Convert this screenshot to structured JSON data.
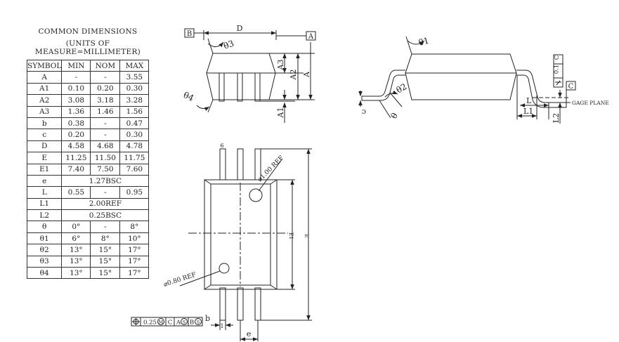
{
  "title": {
    "line1": "COMMON DIMENSIONS",
    "line2": "(UNITS OF MEASURE=MILLIMETER)"
  },
  "table": {
    "headers": [
      "SYMBOL",
      "MIN",
      "NOM",
      "MAX"
    ],
    "rows": [
      {
        "symbol": "A",
        "min": "-",
        "nom": "-",
        "max": "3.55"
      },
      {
        "symbol": "A1",
        "min": "0.10",
        "nom": "0.20",
        "max": "0.30"
      },
      {
        "symbol": "A2",
        "min": "3.08",
        "nom": "3.18",
        "max": "3.28"
      },
      {
        "symbol": "A3",
        "min": "1.36",
        "nom": "1.46",
        "max": "1.56"
      },
      {
        "symbol": "b",
        "min": "0.38",
        "nom": "-",
        "max": "0.47"
      },
      {
        "symbol": "c",
        "min": "0.20",
        "nom": "-",
        "max": "0.30"
      },
      {
        "symbol": "D",
        "min": "4.58",
        "nom": "4.68",
        "max": "4.78"
      },
      {
        "symbol": "E",
        "min": "11.25",
        "nom": "11.50",
        "max": "11.75"
      },
      {
        "symbol": "E1",
        "min": "7.40",
        "nom": "7.50",
        "max": "7.60"
      },
      {
        "symbol": "e",
        "span": "1.27BSC"
      },
      {
        "symbol": "L",
        "min": "0.55",
        "nom": "-",
        "max": "0.95"
      },
      {
        "symbol": "L1",
        "span": "2.00REF"
      },
      {
        "symbol": "L2",
        "span": "0.25BSC"
      },
      {
        "symbol": "θ",
        "min": "0°",
        "nom": "-",
        "max": "8°"
      },
      {
        "symbol": "θ1",
        "min": "6°",
        "nom": "8°",
        "max": "10°"
      },
      {
        "symbol": "θ2",
        "min": "13°",
        "nom": "15°",
        "max": "17°"
      },
      {
        "symbol": "θ3",
        "min": "13°",
        "nom": "15°",
        "max": "17°"
      },
      {
        "symbol": "θ4",
        "min": "13°",
        "nom": "15°",
        "max": "17°"
      }
    ]
  },
  "front_view": {
    "datum_b": "B",
    "datum_a": "A",
    "label_d": "D",
    "theta3": "θ3",
    "theta4": "θ4",
    "a3": "A3",
    "a2": "A2",
    "a": "A",
    "a1": "A1"
  },
  "side_view": {
    "theta1": "θ1",
    "theta2": "θ2",
    "theta": "θ",
    "c": "c",
    "l": "L",
    "l1": "L1",
    "l2": "L2",
    "gage_plane": "GAGE PLANE",
    "tol": "0.1",
    "datum_c": "C"
  },
  "top_view": {
    "pin6": "6",
    "pin1": "1",
    "hole_top": "⌀1.00 REF",
    "hole_bottom": "⌀0.80 REF",
    "e1": "E1",
    "e_big": "E",
    "e_small": "e",
    "b": "b",
    "fcf": {
      "value": "0.25",
      "m": "M",
      "c": "C",
      "a": "A",
      "s1": "S",
      "b": "B",
      "s2": "S"
    }
  },
  "colors": {
    "line": "#222222",
    "background": "#ffffff"
  }
}
